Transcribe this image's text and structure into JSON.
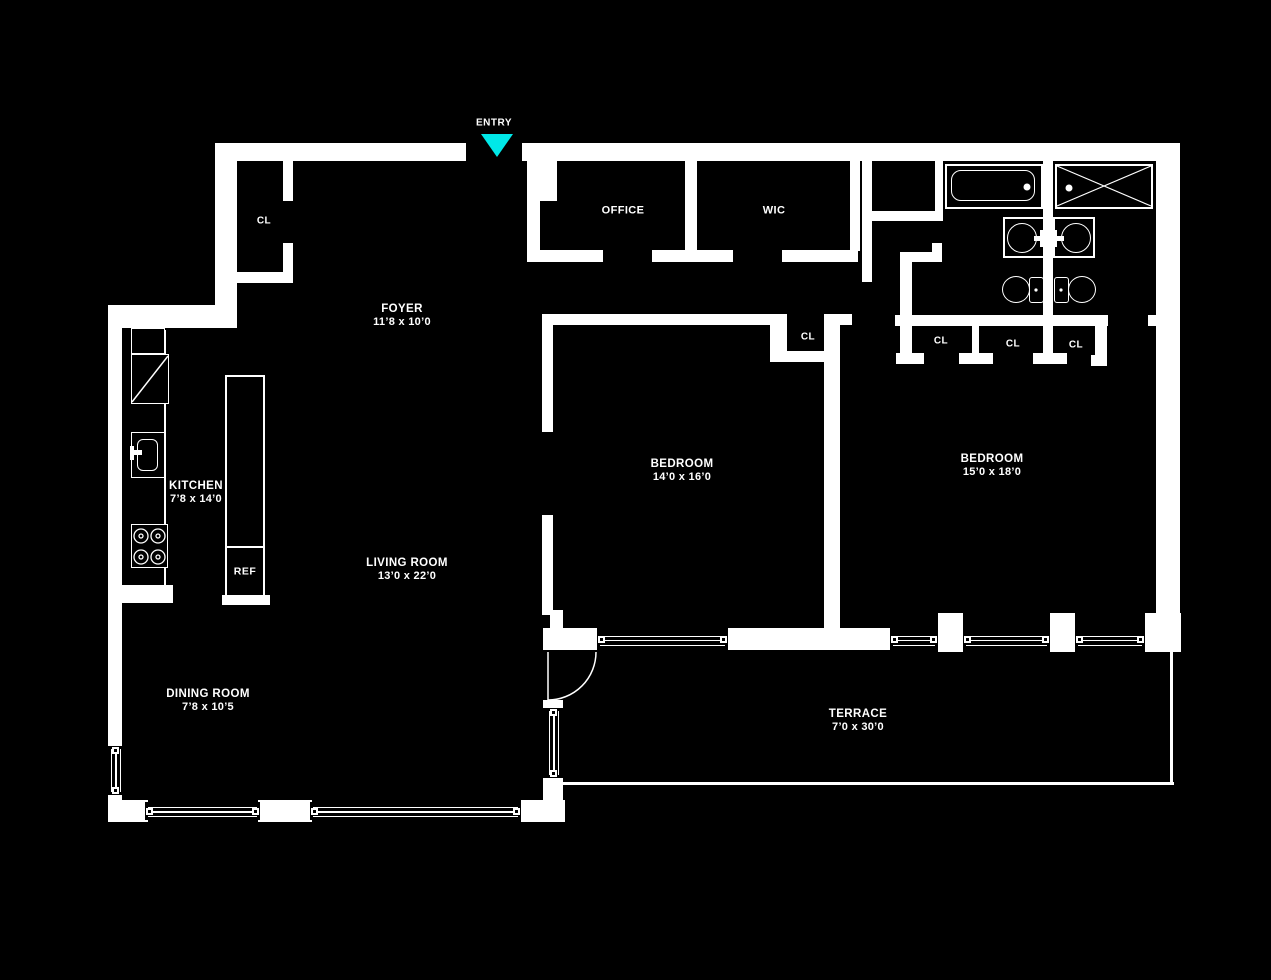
{
  "plan": {
    "entry": {
      "label": "ENTRY"
    },
    "rooms": {
      "office": {
        "name": "OFFICE"
      },
      "wic": {
        "name": "WIC"
      },
      "foyer": {
        "name": "FOYER",
        "dims": "11’8 x 10’0"
      },
      "kitchen": {
        "name": "KITCHEN",
        "dims": "7’8 x 14’0"
      },
      "living_room": {
        "name": "LIVING ROOM",
        "dims": "13’0 x 22’0"
      },
      "dining_room": {
        "name": "DINING ROOM",
        "dims": "7’8 x 10’5"
      },
      "bedroom_1": {
        "name": "BEDROOM",
        "dims": "14’0 x 16’0"
      },
      "bedroom_2": {
        "name": "BEDROOM",
        "dims": "15’0 x 18’0"
      },
      "terrace": {
        "name": "TERRACE",
        "dims": "7’0 x 30’0"
      }
    },
    "closets": {
      "foyer_closet": "CL",
      "hall_closet": "CL",
      "closet_a": "CL",
      "closet_b": "CL",
      "closet_c": "CL"
    },
    "fixtures": {
      "refrigerator": "REF"
    },
    "colors": {
      "background": "#000000",
      "walls": "#ffffff",
      "entry_marker": "#00e8e8"
    },
    "icons": {
      "entry_marker": "triangle-down"
    }
  }
}
